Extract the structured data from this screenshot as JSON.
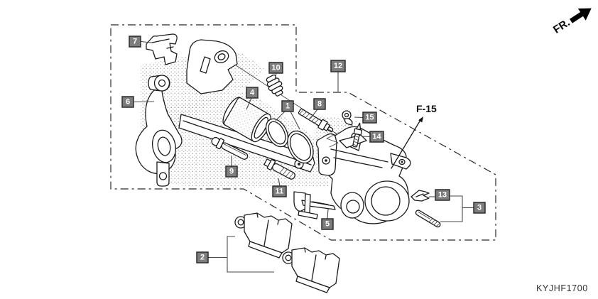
{
  "diagram": {
    "code": "KYJHF1700",
    "direction_label": "FR.",
    "reference_label": "F-15"
  },
  "colors": {
    "background": "#ffffff",
    "line": "#1b1b1b",
    "leader": "#4a4a4a",
    "label_box_bg": "#7d7d7d",
    "label_box_border": "#2d2d2d",
    "label_text": "#ffffff",
    "code_text": "#323232",
    "stipple": "#8f8f8f"
  },
  "parts": [
    {
      "number": "7"
    },
    {
      "number": "6"
    },
    {
      "number": "4"
    },
    {
      "number": "10"
    },
    {
      "number": "1"
    },
    {
      "number": "8"
    },
    {
      "number": "12"
    },
    {
      "number": "15"
    },
    {
      "number": "14"
    },
    {
      "number": "9"
    },
    {
      "number": "11"
    },
    {
      "number": "5"
    },
    {
      "number": "13"
    },
    {
      "number": "3"
    },
    {
      "number": "2"
    }
  ]
}
